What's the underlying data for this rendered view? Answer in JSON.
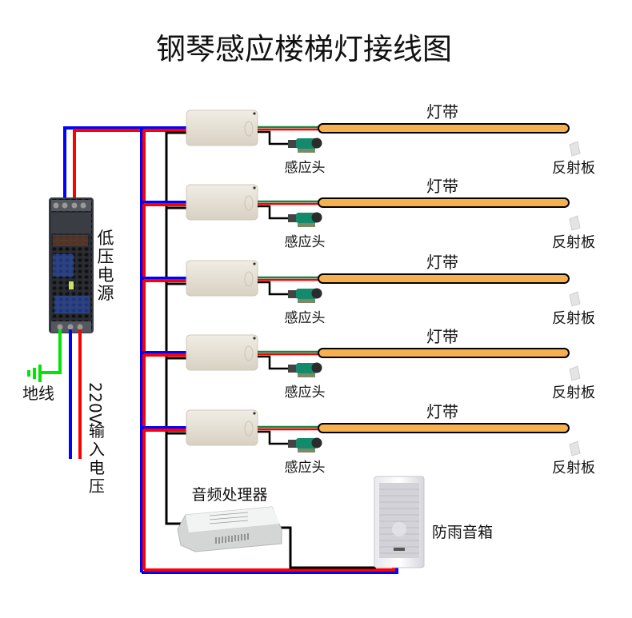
{
  "title": "钢琴感应楼梯灯接线图",
  "power_supply": {
    "label_chars": [
      "低",
      "压",
      "电",
      "源"
    ]
  },
  "ground": {
    "label": "地线"
  },
  "input_voltage": {
    "label_chars": [
      "2",
      "2",
      "0",
      "V",
      "输",
      "入",
      "电",
      "压"
    ]
  },
  "channels": [
    {
      "strip_label": "灯带",
      "sensor_label": "感应头",
      "reflector_label": "反射板"
    },
    {
      "strip_label": "灯带",
      "sensor_label": "感应头",
      "reflector_label": "反射板"
    },
    {
      "strip_label": "灯带",
      "sensor_label": "感应头",
      "reflector_label": "反射板"
    },
    {
      "strip_label": "灯带",
      "sensor_label": "感应头",
      "reflector_label": "反射板"
    },
    {
      "strip_label": "灯带",
      "sensor_label": "感应头",
      "reflector_label": "反射板"
    }
  ],
  "audio_processor": {
    "label": "音频处理器"
  },
  "speaker": {
    "label": "防雨音箱"
  },
  "colors": {
    "live": "#ff0000",
    "neutral": "#0000ff",
    "ground": "#00e600",
    "signal": "#000000",
    "data_green": "#118844",
    "strip_fill": "#f7b04f",
    "controller": "#e6e0d4"
  }
}
